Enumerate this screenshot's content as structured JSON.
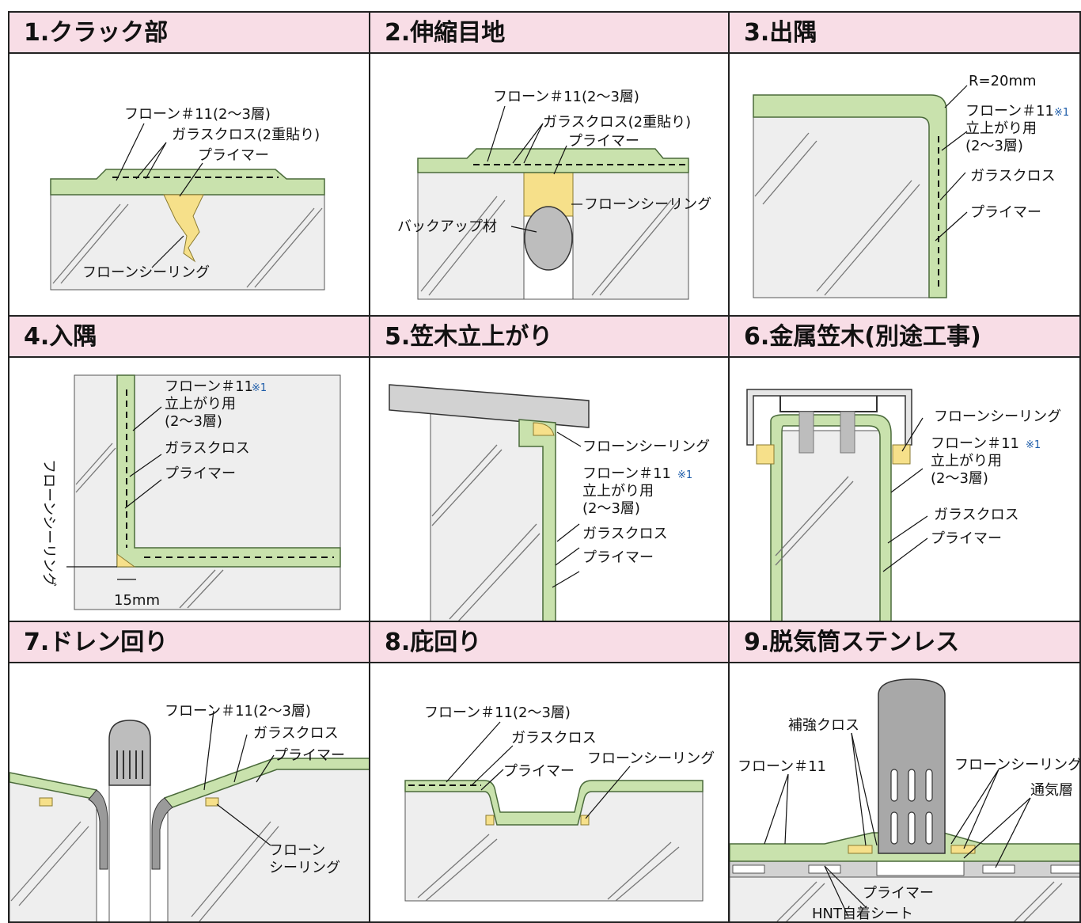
{
  "panels": [
    {
      "title": "1.クラック部"
    },
    {
      "title": "2.伸縮目地"
    },
    {
      "title": "3.出隅"
    },
    {
      "title": "4.入隅"
    },
    {
      "title": "5.笠木立上がり"
    },
    {
      "title": "6.金属笠木(別途工事)"
    },
    {
      "title": "7.ドレン回り"
    },
    {
      "title": "8.庇回り"
    },
    {
      "title": "9.脱気筒ステンレス"
    }
  ],
  "labels": {
    "fron11_layers": "フローン＃11(2〜3層)",
    "fron11": "フローン＃11",
    "glass_cloth_double": "ガラスクロス(2重貼り)",
    "glass_cloth": "ガラスクロス",
    "primer": "プライマー",
    "sealing": "フローンシーリング",
    "backup": "バックアップ材",
    "r20": "R=20mm",
    "riser": "立上がり用",
    "layers": "(2〜3層)",
    "note": "※1",
    "mm15": "15mm",
    "sealing_v": "フローンシーリング",
    "fron_short": "フローン",
    "sealing_short": "シーリング",
    "reinforce": "補強クロス",
    "vent_layer": "通気層",
    "hnt": "HNT自着シート"
  }
}
